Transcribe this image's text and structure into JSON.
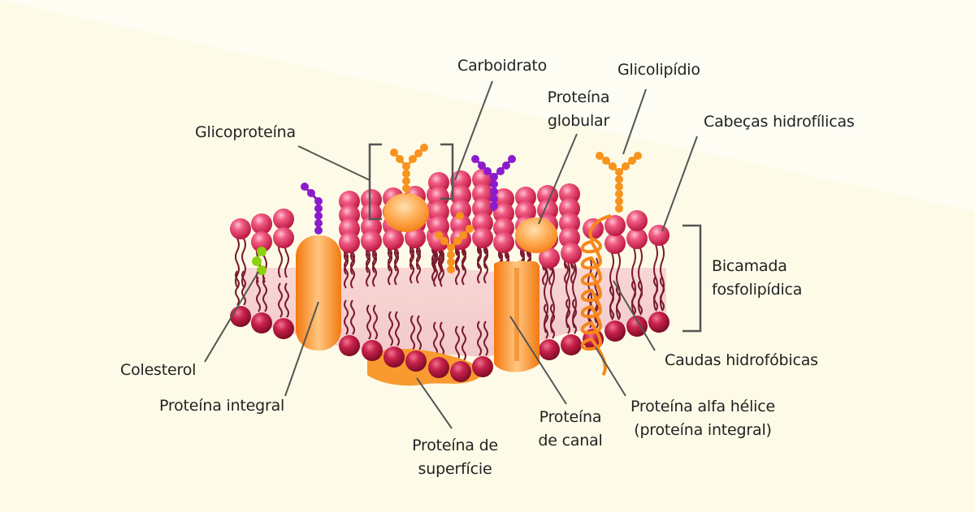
{
  "diagram": {
    "labels": {
      "carboidrato": "Carboidrato",
      "glicolipidio": "Glicolipídio",
      "proteina_globular_1": "Proteína",
      "proteina_globular_2": "globular",
      "glicoproteina": "Glicoproteína",
      "cabecas": "Cabeças hidrofílicas",
      "bicamada_1": "Bicamada",
      "bicamada_2": "fosfolipídica",
      "caudas": "Caudas hidrofóbicas",
      "colesterol": "Colesterol",
      "integral": "Proteína integral",
      "superficie_1": "Proteína de",
      "superficie_2": "superfície",
      "canal_1": "Proteína",
      "canal_2": "de canal",
      "alfa_1": "Proteína alfa hélice",
      "alfa_2": "(proteína integral)"
    },
    "colors": {
      "background": "#fdfbe8",
      "background_light": "#fefdf3",
      "head_pink": "#e8426e",
      "head_dark": "#b8123e",
      "protein_orange": "#fb8c1e",
      "carb_orange": "#f7931e",
      "glyco_purple": "#8a1ccc",
      "cholesterol_green": "#8dd110",
      "tail": "#7a1a2e",
      "leader_line": "#555555"
    }
  }
}
